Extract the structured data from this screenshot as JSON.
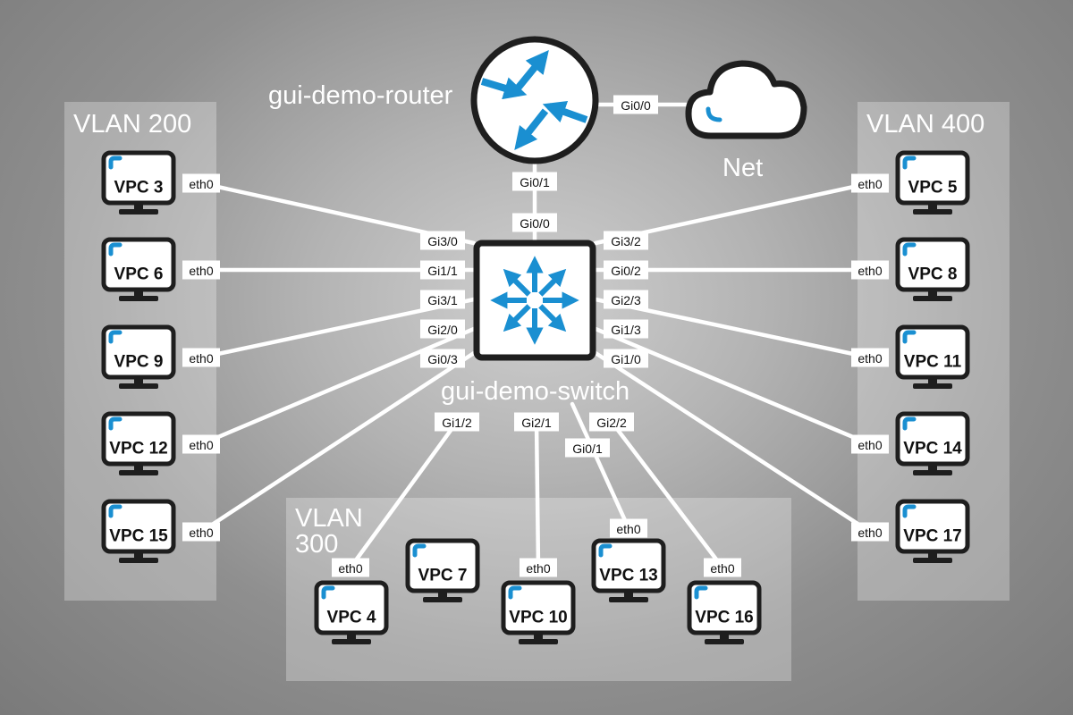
{
  "router": {
    "label": "gui-demo-router"
  },
  "switch": {
    "label": "gui-demo-switch"
  },
  "cloud": {
    "label": "Net"
  },
  "vlans": [
    {
      "id": "vlan-200",
      "label": "VLAN 200"
    },
    {
      "id": "vlan-300",
      "label_lines": [
        "VLAN",
        "300"
      ]
    },
    {
      "id": "vlan-400",
      "label": "VLAN 400"
    }
  ],
  "router_links": [
    {
      "from": "gui-demo-router",
      "from_port": "Gi0/0",
      "to": "Net",
      "to_port": ""
    },
    {
      "from": "gui-demo-router",
      "from_port": "Gi0/1",
      "to": "gui-demo-switch",
      "to_port": "Gi0/0"
    }
  ],
  "switch_links": [
    {
      "switch_port": "Gi3/0",
      "vpc": "VPC 3",
      "vpc_port": "eth0",
      "vlan": "VLAN 200"
    },
    {
      "switch_port": "Gi1/1",
      "vpc": "VPC 6",
      "vpc_port": "eth0",
      "vlan": "VLAN 200"
    },
    {
      "switch_port": "Gi3/1",
      "vpc": "VPC 9",
      "vpc_port": "eth0",
      "vlan": "VLAN 200"
    },
    {
      "switch_port": "Gi2/0",
      "vpc": "VPC 12",
      "vpc_port": "eth0",
      "vlan": "VLAN 200"
    },
    {
      "switch_port": "Gi0/3",
      "vpc": "VPC 15",
      "vpc_port": "eth0",
      "vlan": "VLAN 200"
    },
    {
      "switch_port": "Gi3/2",
      "vpc": "VPC 5",
      "vpc_port": "eth0",
      "vlan": "VLAN 400"
    },
    {
      "switch_port": "Gi0/2",
      "vpc": "VPC 8",
      "vpc_port": "eth0",
      "vlan": "VLAN 400"
    },
    {
      "switch_port": "Gi2/3",
      "vpc": "VPC 11",
      "vpc_port": "eth0",
      "vlan": "VLAN 400"
    },
    {
      "switch_port": "Gi1/3",
      "vpc": "VPC 14",
      "vpc_port": "eth0",
      "vlan": "VLAN 400"
    },
    {
      "switch_port": "Gi1/0",
      "vpc": "VPC 17",
      "vpc_port": "eth0",
      "vlan": "VLAN 400"
    },
    {
      "switch_port": "Gi1/2",
      "vpc": "VPC 4",
      "vpc_port": "eth0",
      "vlan": "VLAN 300"
    },
    {
      "switch_port": "Gi2/1",
      "vpc": "VPC 10",
      "vpc_port": "eth0",
      "vlan": "VLAN 300"
    },
    {
      "switch_port": "Gi0/1",
      "vpc": "VPC 13",
      "vpc_port": "eth0",
      "vlan": "VLAN 300"
    },
    {
      "switch_port": "Gi2/2",
      "vpc": "VPC 16",
      "vpc_port": "eth0",
      "vlan": "VLAN 300"
    }
  ],
  "unlinked_vpcs": [
    {
      "vpc": "VPC 7",
      "vlan": "VLAN 300"
    }
  ],
  "colors": {
    "icon_blue": "#1a8fd1",
    "outline": "#1e1e1e",
    "link": "#ffffff"
  }
}
